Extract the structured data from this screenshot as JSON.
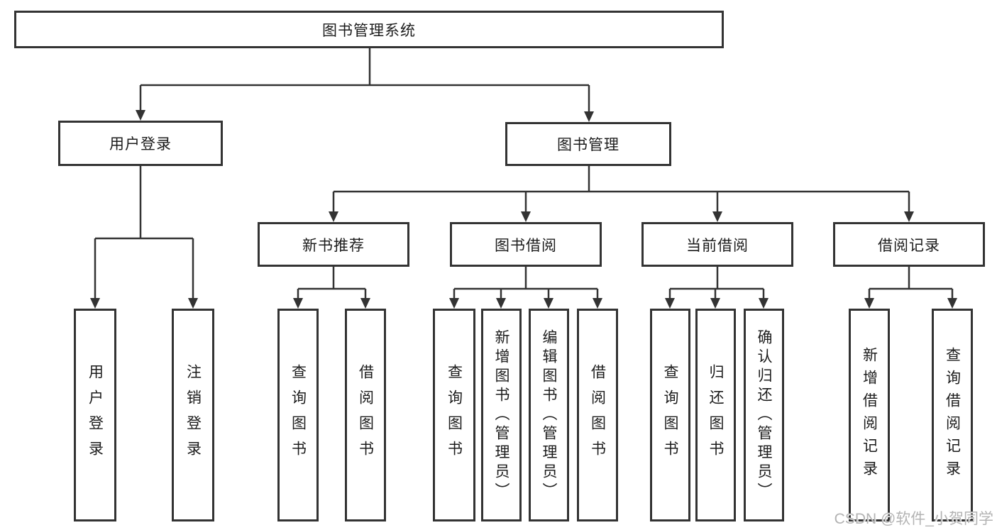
{
  "diagram": {
    "title_node": {
      "label": "图书管理系统"
    },
    "level2": [
      {
        "label": "用户登录"
      },
      {
        "label": "图书管理"
      }
    ],
    "level3": [
      {
        "label": "新书推荐",
        "parent": "图书管理"
      },
      {
        "label": "图书借阅",
        "parent": "图书管理"
      },
      {
        "label": "当前借阅",
        "parent": "图书管理"
      },
      {
        "label": "借阅记录",
        "parent": "图书管理"
      }
    ],
    "leaves": [
      {
        "label": "用户登录",
        "parent": "用户登录"
      },
      {
        "label": "注销登录",
        "parent": "用户登录"
      },
      {
        "label": "查询图书",
        "parent": "新书推荐"
      },
      {
        "label": "借阅图书",
        "parent": "新书推荐"
      },
      {
        "label": "查询图书",
        "parent": "图书借阅"
      },
      {
        "label": "新增图书（管理员）",
        "parent": "图书借阅"
      },
      {
        "label": "编辑图书（管理员）",
        "parent": "图书借阅"
      },
      {
        "label": "借阅图书",
        "parent": "图书借阅"
      },
      {
        "label": "查询图书",
        "parent": "当前借阅"
      },
      {
        "label": "归还图书",
        "parent": "当前借阅"
      },
      {
        "label": "确认归还（管理员）",
        "parent": "当前借阅"
      },
      {
        "label": "新增借阅记录",
        "parent": "借阅记录"
      },
      {
        "label": "查询借阅记录",
        "parent": "借阅记录"
      }
    ],
    "watermark": "CSDN @软件_小贺同学",
    "colors": {
      "line": "#333333",
      "box_border": "#333333",
      "box_fill": "#ffffff",
      "text": "#1c1c1c",
      "watermark": "#b3b3b3"
    }
  }
}
